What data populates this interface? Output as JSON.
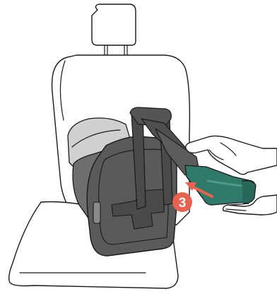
{
  "step_badge": {
    "label": "3",
    "color": "#e8624f"
  },
  "colors": {
    "seat_outline": "#1a1a1a",
    "seat_fill": "#ffffff",
    "shell_dark": "#5a5a5a",
    "shell_mid": "#6e6e6e",
    "canopy_light": "#d0d0d0",
    "frame_dark": "#4a4a4a",
    "handle_teal": "#2f7a6a",
    "handle_teal_light": "#4d9a88",
    "arrow": "#e8624f"
  },
  "icons": {
    "step_badge": "numbered-step-circle",
    "direction": "arrow-pointing-toward-seat"
  }
}
